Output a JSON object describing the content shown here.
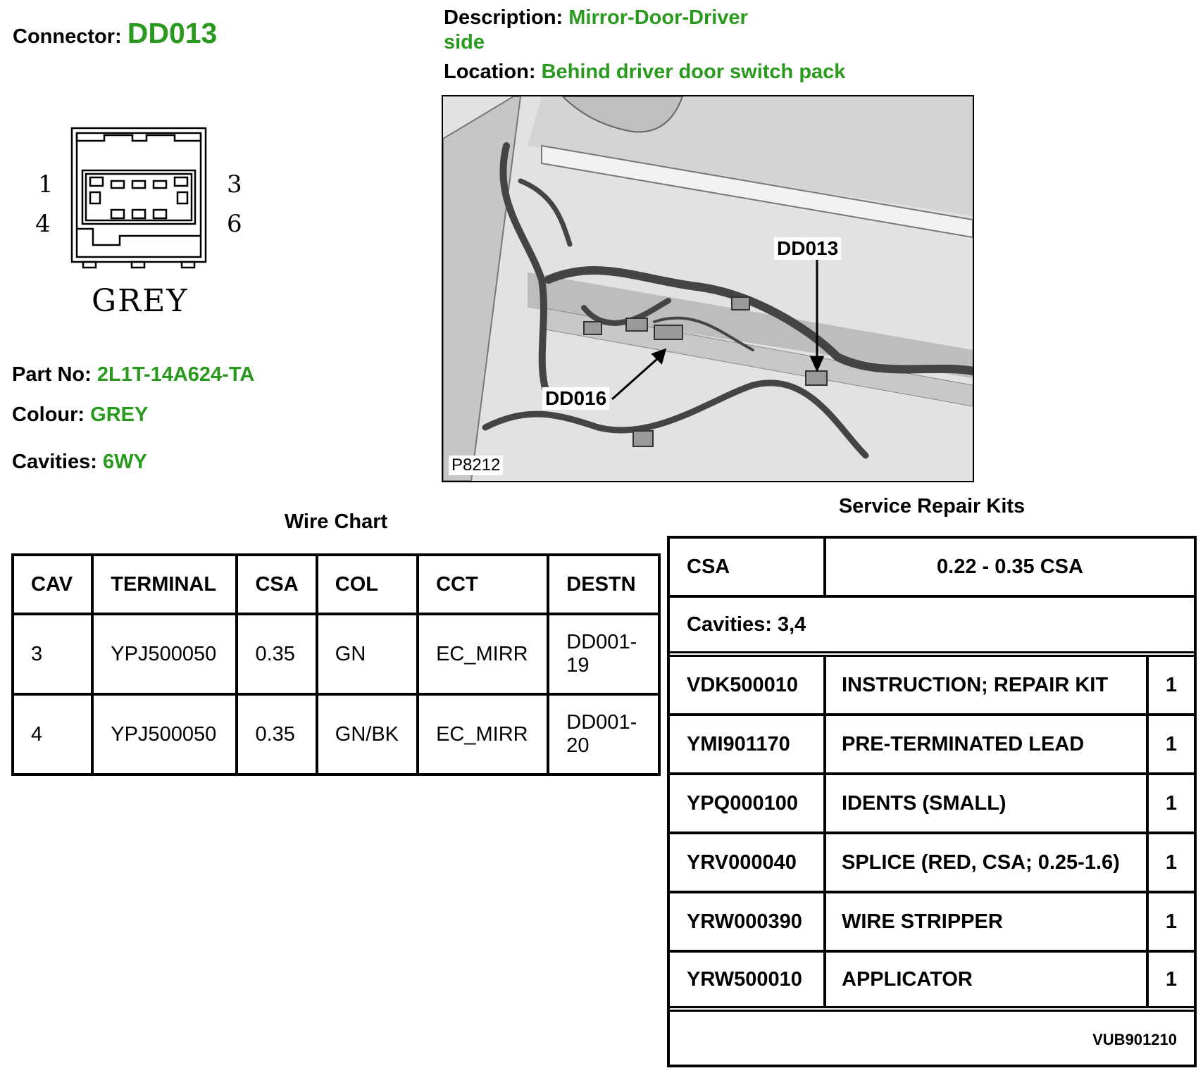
{
  "connector": {
    "label": "Connector:",
    "value": "DD013"
  },
  "description": {
    "label": "Description:",
    "value": "Mirror-Door-Driver side"
  },
  "location": {
    "label": "Location:",
    "value": "Behind driver door switch pack"
  },
  "part_no": {
    "label": "Part No:",
    "value": "2L1T-14A624-TA"
  },
  "colour": {
    "label": "Colour:",
    "value": "GREY"
  },
  "cavities": {
    "label": "Cavities:",
    "value": "6WY"
  },
  "diagram": {
    "pin_labels": [
      "1",
      "3",
      "4",
      "6"
    ],
    "colour_text": "GREY"
  },
  "photo": {
    "callouts": [
      "DD013",
      "DD016"
    ],
    "figure_id": "P8212"
  },
  "wire_chart": {
    "title": "Wire Chart",
    "headers": [
      "CAV",
      "TERMINAL",
      "CSA",
      "COL",
      "CCT",
      "DESTN"
    ],
    "rows": [
      [
        "3",
        "YPJ500050",
        "0.35",
        "GN",
        "EC_MIRR",
        "DD001-19"
      ],
      [
        "4",
        "YPJ500050",
        "0.35",
        "GN/BK",
        "EC_MIRR",
        "DD001-20"
      ]
    ]
  },
  "service_kits": {
    "title": "Service Repair Kits",
    "csa_label": "CSA",
    "csa_value": "0.22 - 0.35 CSA",
    "cavities_text": "Cavities: 3,4",
    "rows": [
      [
        "VDK500010",
        "INSTRUCTION; REPAIR KIT",
        "1"
      ],
      [
        "YMI901170",
        "PRE-TERMINATED LEAD",
        "1"
      ],
      [
        "YPQ000100",
        "IDENTS (SMALL)",
        "1"
      ],
      [
        "YRV000040",
        "SPLICE (RED, CSA; 0.25-1.6)",
        "1"
      ],
      [
        "YRW000390",
        "WIRE STRIPPER",
        "1"
      ],
      [
        "YRW500010",
        "APPLICATOR",
        "1"
      ]
    ],
    "footer_code": "VUB901210"
  },
  "colors": {
    "accent_green": "#2a9a1e"
  }
}
